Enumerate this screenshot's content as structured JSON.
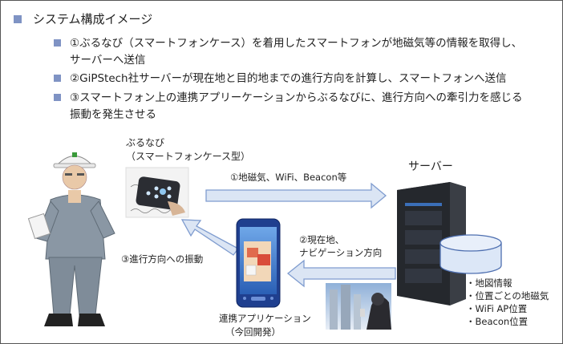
{
  "heading": "システム構成イメージ",
  "bullets": [
    {
      "line1": "①ぶるなび（スマートフォンケース）を着用したスマートフォンが地磁気等の情報を取得し、",
      "line2": "サーバーへ送信"
    },
    {
      "line1": "②GiPStech社サーバーが現在地と目的地までの進行方向を計算し、スマートフォンへ送信",
      "line2": ""
    },
    {
      "line1": "③スマートフォン上の連携アプリーケーションからぶるなびに、進行方向への牽引力を感じる",
      "line2": "振動を発生させる"
    }
  ],
  "diagram": {
    "device_label_1": "ぶるなび",
    "device_label_2": "（スマートフォンケース型）",
    "server_label": "サーバー",
    "arrow1_label": "①地磁気、WiFi、Beacon等",
    "arrow2_label_1": "②現在地、",
    "arrow2_label_2": "ナビゲーション方向",
    "arrow3_label": "③進行方向への振動",
    "app_label_1": "連携アプリケーション",
    "app_label_2": "（今回開発）",
    "db_items": [
      "・地図情報",
      "・位置ごとの地磁気",
      "・WiFi AP位置",
      "・Beacon位置"
    ]
  },
  "colors": {
    "bullet": "#7f93c4",
    "arrow_fill": "#dbe5f4",
    "arrow_stroke": "#7f9ccf",
    "db_fill": "#dce7f7",
    "db_stroke": "#4e6fb0"
  }
}
